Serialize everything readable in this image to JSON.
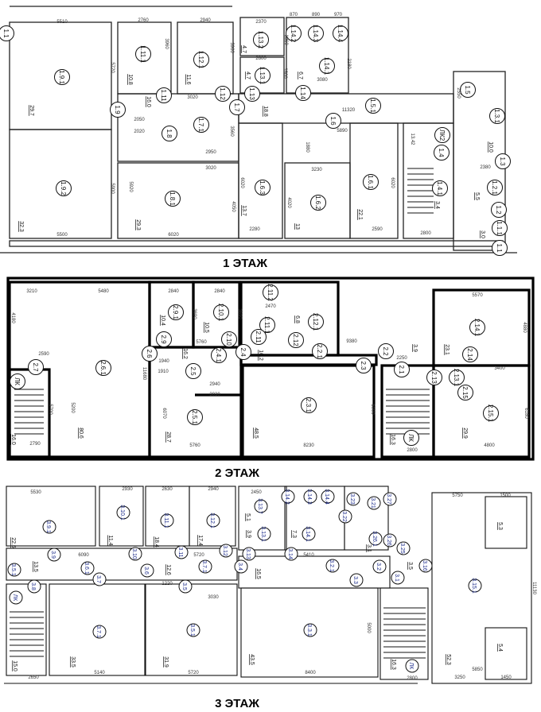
{
  "floors": [
    {
      "title": "1 ЭТАЖ",
      "rooms": [
        "1.9.1",
        "1.9.2",
        "1.11.1",
        "1.12.1",
        "1.7.1",
        "1.8.1",
        "1.9",
        "1.11",
        "1.12",
        "1.7",
        "1.8",
        "1.13.2",
        "1.13.1",
        "1.13",
        "1.14.2",
        "1.14.3",
        "1.14.4",
        "1.14.1",
        "1.14",
        "1.5.1",
        "1.6",
        "1.6.3",
        "1.6.2",
        "1.6.1",
        "1.4.1",
        "ЛК2",
        "1.4",
        "1.5",
        "1.3.1",
        "1.3",
        "1.2.1",
        "1.2",
        "1.1.1",
        "1.1",
        "1.1"
      ],
      "areas": [
        "29.7",
        "32.3",
        "10.8",
        "11.6",
        "16.0",
        "29.3",
        "4.7",
        "4.7",
        "6.7",
        "18.8",
        "13.7",
        "13",
        "22.1",
        "3.4",
        "10.0",
        "5.5",
        "3.0"
      ],
      "dims": [
        "5510",
        "5500",
        "5720",
        "5900",
        "2760",
        "3960",
        "2940",
        "3960",
        "3020",
        "2050",
        "2020",
        "2950",
        "3020",
        "3560",
        "5920",
        "6020",
        "4050",
        "2370",
        "2600",
        "1860",
        "1800",
        "870",
        "890",
        "970",
        "3080",
        "2180",
        "11320",
        "6020",
        "2280",
        "3230",
        "4020",
        "1880",
        "5890",
        "6020",
        "2590",
        "13.42",
        "2800",
        "2550",
        "2380"
      ]
    },
    {
      "title": "2 ЭТАЖ",
      "rooms": [
        "2.6.1",
        "2.7",
        "ЛК",
        "2.9.1",
        "2.10.1",
        "2.9",
        "2.10",
        "2.4.1",
        "2.6",
        "2.5",
        "2.4",
        "2.5.1",
        "2.3.1",
        "2.11.2",
        "2.11.1",
        "2.12.1",
        "2.11",
        "2.12",
        "2.2.1",
        "2.2",
        "2.3",
        "2.1",
        "2.14.1",
        "2.15.1",
        "2.13.1",
        "2.13",
        "2.14",
        "2.15",
        "ЛК"
      ],
      "areas": [
        "80.6",
        "16.0",
        "10.4",
        "10.5",
        "16.2",
        "28.7",
        "48.5",
        "6.8",
        "3.9",
        "23.1",
        "29.9",
        "16.3",
        "16.2"
      ],
      "dims": [
        "3210",
        "5480",
        "4180",
        "2590",
        "5200",
        "11680",
        "2790",
        "5700",
        "2840",
        "2840",
        "3690",
        "3690",
        "5760",
        "1940",
        "1910",
        "2940",
        "3030",
        "5760",
        "6070",
        "8230",
        "5000",
        "9380",
        "2250",
        "5570",
        "4880",
        "3400",
        "4800",
        "6180",
        "2800",
        "2470"
      ]
    },
    {
      "title": "3 ЭТАЖ",
      "rooms": [
        "3.9.1",
        "3.10.1",
        "3.11.1",
        "3.12.1",
        "3.9",
        "3.10",
        "3.11",
        "3.12",
        "3.6.1",
        "3.6",
        "3.7.1",
        "3.7",
        "3.8",
        "3.5.1",
        "ЛК",
        "3.5",
        "3.7.1",
        "3.5.1",
        "3.13.7",
        "3.13.1",
        "3.13",
        "3.4",
        "3.14.2",
        "3.14.3",
        "3.14.4",
        "3.14.1",
        "3.14",
        "3.2.1",
        "3.3",
        "3.3.1",
        "3.23",
        "3.22",
        "3.21",
        "3.26.1",
        "3.27",
        "3.26",
        "3.25",
        "3.2",
        "3.1",
        "3.16",
        "ЛК",
        "3.15.1"
      ],
      "areas": [
        "22.5",
        "11.4",
        "18.4",
        "17.4",
        "13.5",
        "12.6",
        "33.5",
        "31.9",
        "15.0",
        "5.1",
        "3.9",
        "16.5",
        "7.3",
        "43.5",
        "3.1",
        "3.5",
        "16.3",
        "52.3",
        "5.3",
        "5.4"
      ],
      "dims": [
        "5530",
        "2930",
        "2630",
        "2940",
        "6090",
        "5720",
        "1220",
        "3030",
        "5140",
        "5720",
        "2650",
        "2450",
        "5410",
        "8400",
        "5000",
        "2800",
        "5750",
        "1500",
        "5850",
        "3250",
        "1450",
        "11130"
      ]
    }
  ]
}
